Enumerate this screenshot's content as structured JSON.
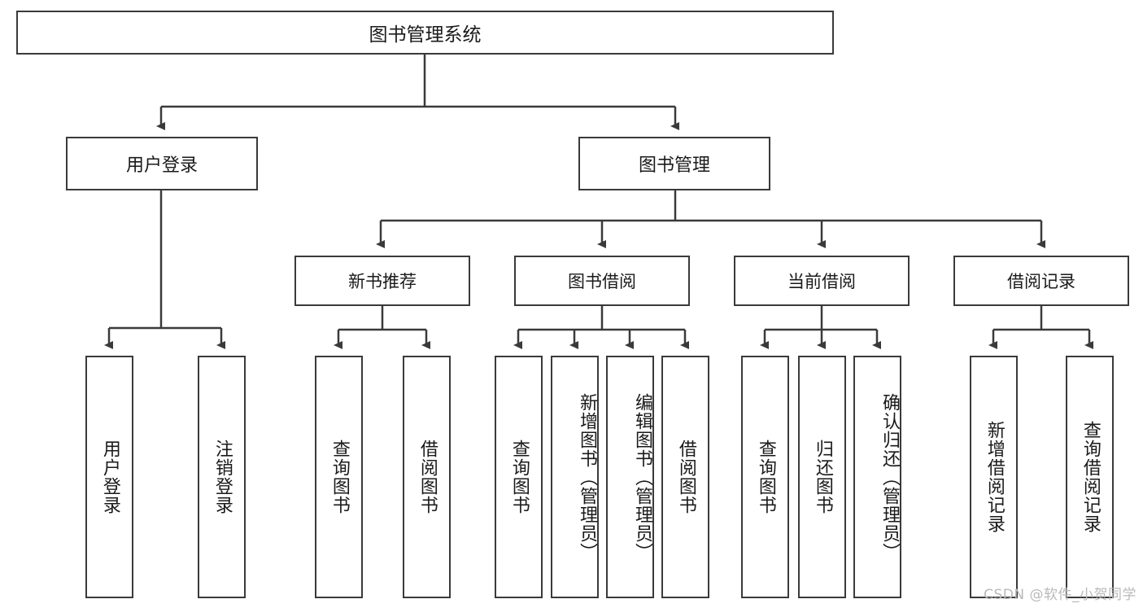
{
  "diagram": {
    "title": "图书管理系统",
    "type": "hierarchy-tree",
    "watermark": "CSDN @软件_小贺同学",
    "colors": {
      "border": "#3a3a3a",
      "background": "#ffffff",
      "text": "#1a1a1a",
      "watermark": "#b9b9b9"
    },
    "root": {
      "label": "图书管理系统"
    },
    "level1": [
      {
        "label": "用户登录"
      },
      {
        "label": "图书管理"
      }
    ],
    "level2": [
      {
        "label": "新书推荐"
      },
      {
        "label": "图书借阅"
      },
      {
        "label": "当前借阅"
      },
      {
        "label": "借阅记录"
      }
    ],
    "leaves": {
      "user_login": [
        {
          "label": "用户登录"
        },
        {
          "label": "注销登录"
        }
      ],
      "new_book_recommend": [
        {
          "label": "查询图书"
        },
        {
          "label": "借阅图书"
        }
      ],
      "book_borrow": [
        {
          "label": "查询图书"
        },
        {
          "label": "新增图书（管理员）"
        },
        {
          "label": "编辑图书（管理员）"
        },
        {
          "label": "借阅图书"
        }
      ],
      "current_borrow": [
        {
          "label": "查询图书"
        },
        {
          "label": "归还图书"
        },
        {
          "label": "确认归还（管理员）"
        }
      ],
      "borrow_record": [
        {
          "label": "新增借阅记录"
        },
        {
          "label": "查询借阅记录"
        }
      ]
    }
  }
}
